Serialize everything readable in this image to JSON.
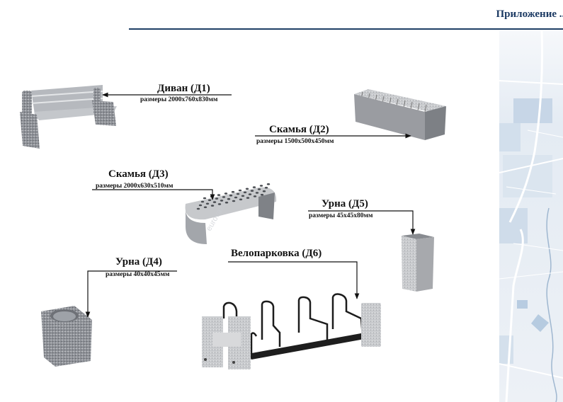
{
  "header": {
    "title": "Приложение ..."
  },
  "items": [
    {
      "id": "D1",
      "name": "Диван (Д1)",
      "dims": "размеры 2000х760х830мм",
      "object": "bench with backrest"
    },
    {
      "id": "D2",
      "name": "Скамья (Д2)",
      "dims": "размеры 1500х500х450мм",
      "object": "granite block bench"
    },
    {
      "id": "D3",
      "name": "Скамья (Д3)",
      "dims": "размеры 2000х630х510мм",
      "object": "perforated bench"
    },
    {
      "id": "D4",
      "name": "Урна (Д4)",
      "dims": "размеры 40х40х45мм",
      "object": "cube trash bin"
    },
    {
      "id": "D5",
      "name": "Урна (Д5)",
      "dims": "размеры 45х45х80мм",
      "object": "tall trash bin"
    },
    {
      "id": "D6",
      "name": "Велопарковка (Д6)",
      "dims": "",
      "object": "bicycle rack"
    }
  ],
  "watermark": "eurovazo",
  "colors": {
    "accent": "#1c3a63",
    "granite": "#a6a8ad",
    "map": "#c8d6e6"
  }
}
